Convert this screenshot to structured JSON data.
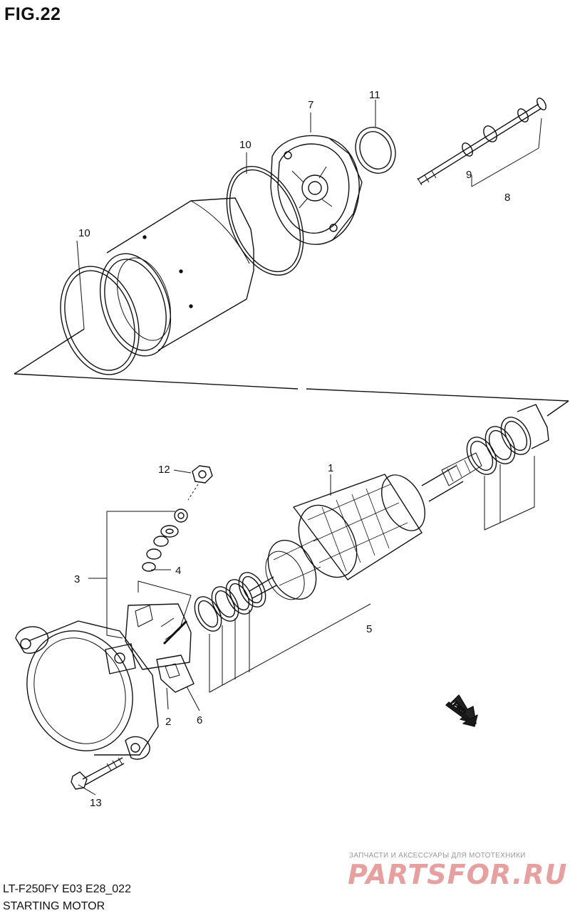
{
  "figure": {
    "title": "FIG.22"
  },
  "diagram": {
    "callouts": [
      {
        "id": "c1",
        "label": "1"
      },
      {
        "id": "c2",
        "label": "2"
      },
      {
        "id": "c3",
        "label": "3"
      },
      {
        "id": "c4",
        "label": "4"
      },
      {
        "id": "c5",
        "label": "5"
      },
      {
        "id": "c6",
        "label": "6"
      },
      {
        "id": "c7",
        "label": "7"
      },
      {
        "id": "c8",
        "label": "8"
      },
      {
        "id": "c9",
        "label": "9"
      },
      {
        "id": "c10a",
        "label": "10"
      },
      {
        "id": "c10b",
        "label": "10"
      },
      {
        "id": "c11",
        "label": "11"
      },
      {
        "id": "c12",
        "label": "12"
      },
      {
        "id": "c13",
        "label": "13"
      }
    ],
    "fwd_badge": "FWD"
  },
  "footer": {
    "model_code": "LT-F250FY E03 E28_022",
    "assembly_name": "STARTING MOTOR"
  },
  "watermark": {
    "subtitle": "ЗАПЧАСТИ И АКСЕССУАРЫ ДЛЯ МОТОТЕХНИКИ",
    "brand": "PARTSFOR.RU"
  }
}
